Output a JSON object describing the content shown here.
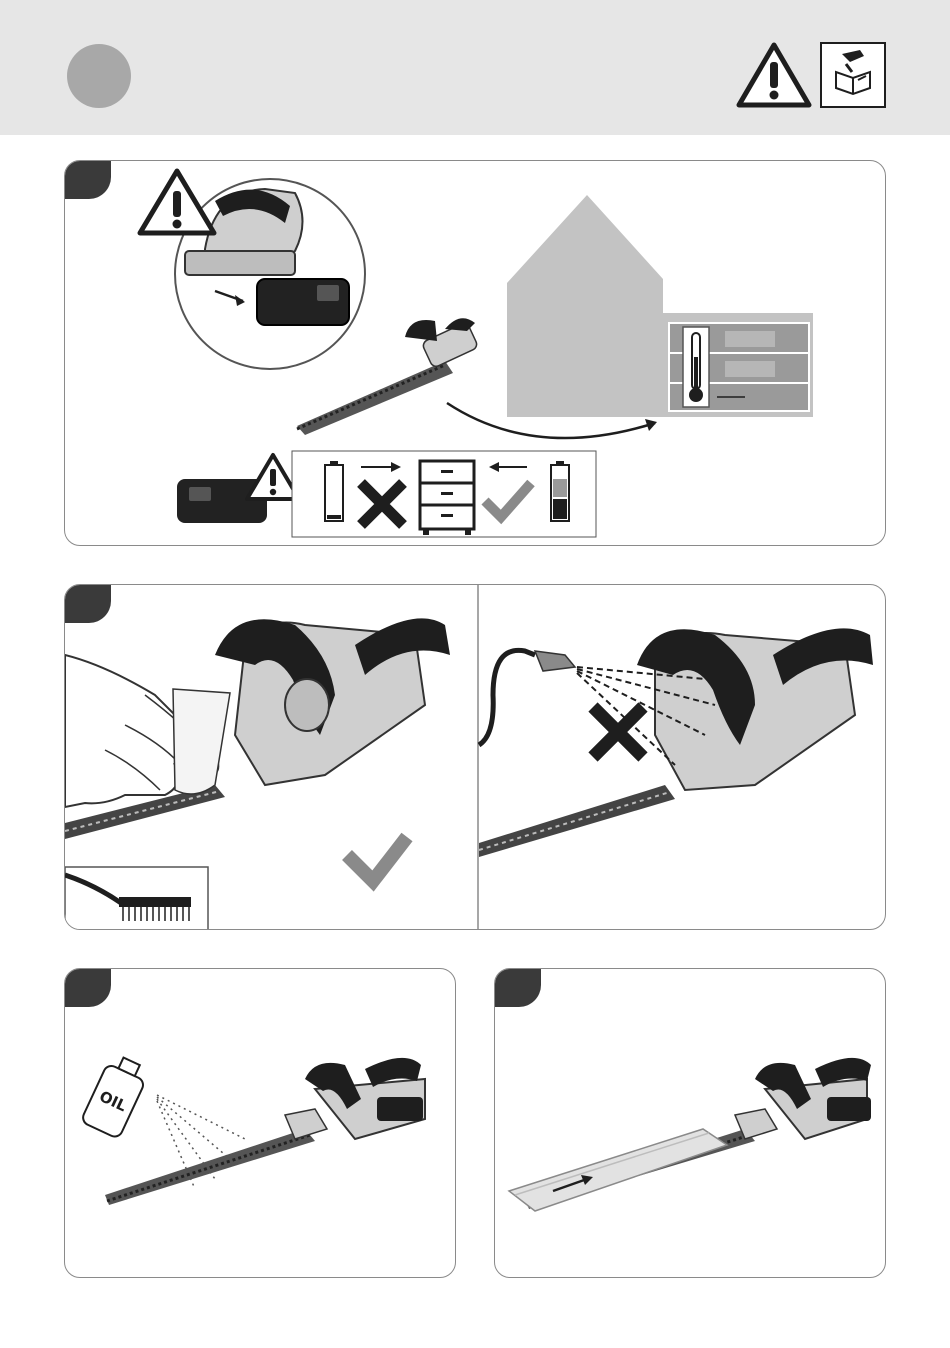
{
  "header": {
    "background": "#e6e6e6",
    "step_circle_color": "#a8a8a8",
    "icons": [
      "warning-triangle-icon",
      "read-manual-icon"
    ]
  },
  "panels": [
    {
      "name": "storage-panel",
      "icons": [
        "warning-triangle-icon",
        "battery-removal",
        "house",
        "thermometer-icon",
        "battery-empty-icon",
        "cross-icon",
        "cabinet-icon",
        "check-icon",
        "battery-charged-icon"
      ]
    },
    {
      "name": "cleaning-wipe-panel",
      "icons": [
        "hand-cloth-icon",
        "brush-icon",
        "check-icon"
      ]
    },
    {
      "name": "no-water-spray-panel",
      "icons": [
        "water-hose-icon",
        "cross-icon"
      ]
    },
    {
      "name": "oil-blade-panel",
      "oil_label": "OIL",
      "icons": [
        "oil-can-icon"
      ]
    },
    {
      "name": "blade-cover-panel",
      "icons": [
        "blade-guard-icon",
        "arrow-right-icon"
      ]
    }
  ],
  "colors": {
    "tab": "#3a3a3a",
    "border": "#8a8a8a",
    "accent_gray": "#bdbdbd",
    "dark": "#1e1e1e"
  }
}
